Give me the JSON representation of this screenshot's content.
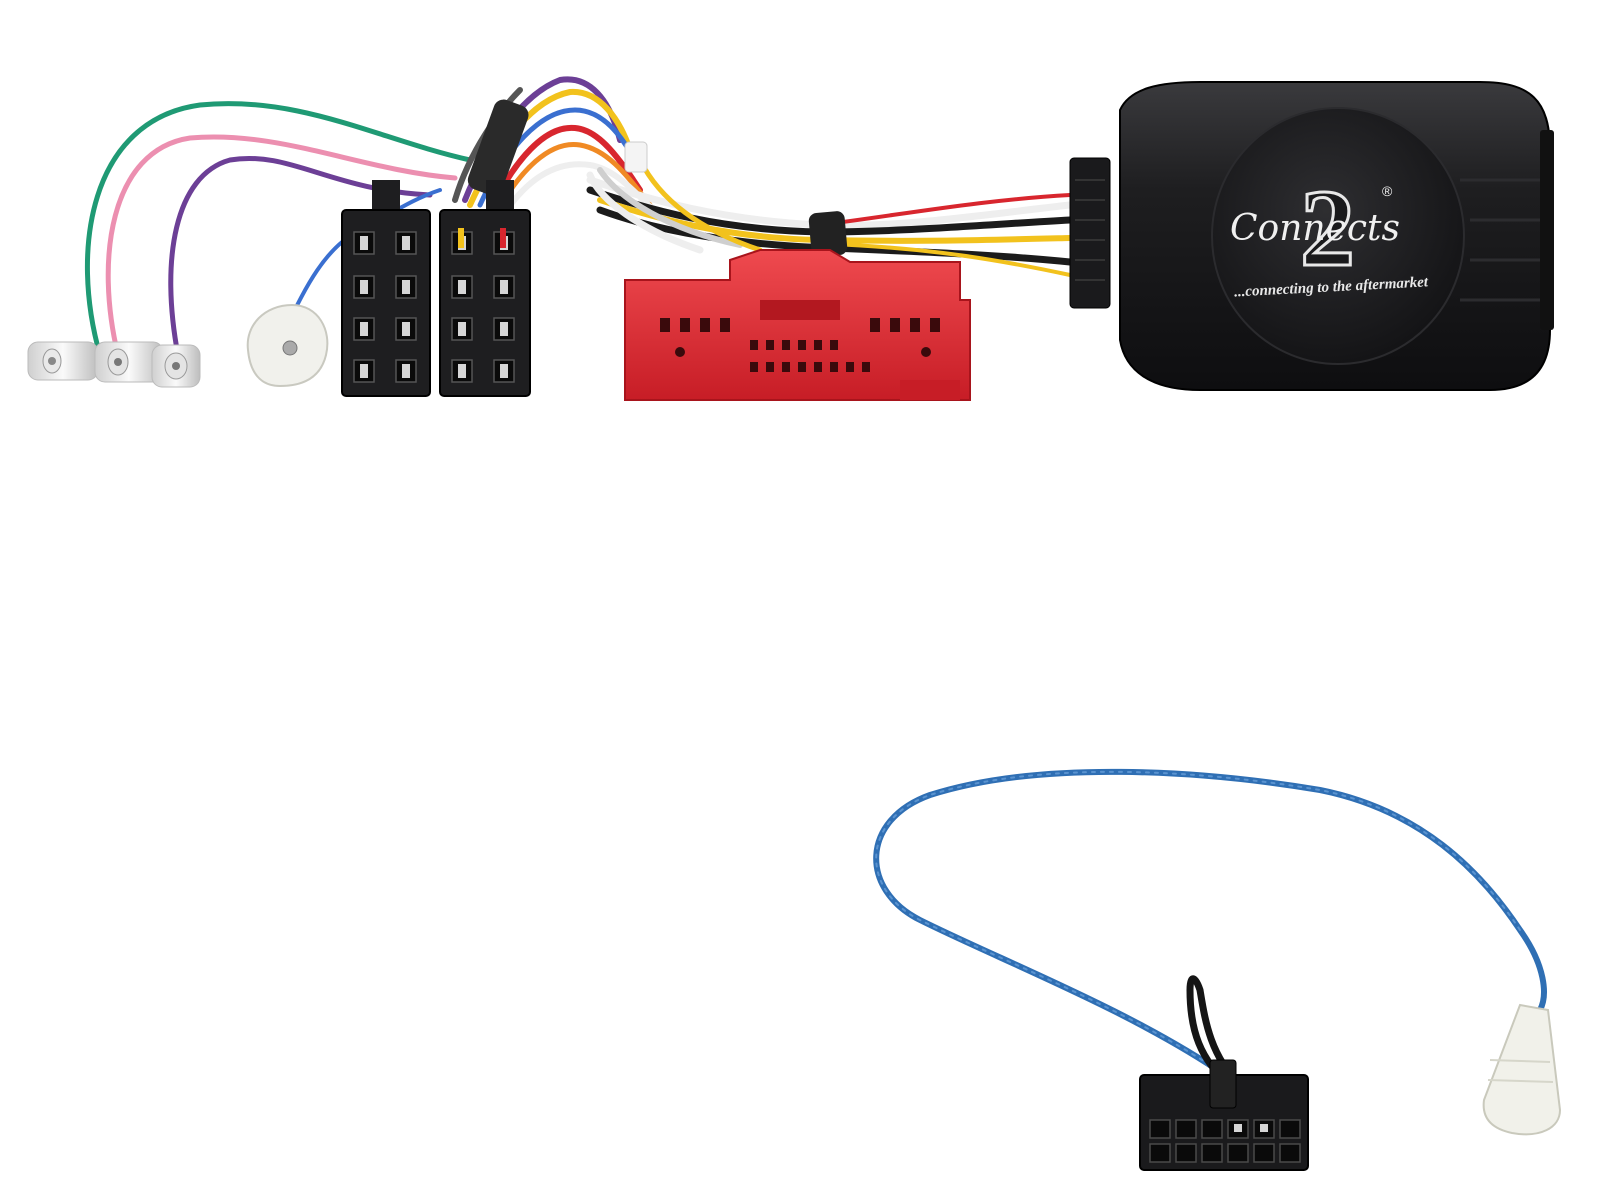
{
  "product": {
    "brand_logo_lettering": "Connects",
    "brand_logo_number": "2",
    "registered_mark": "®",
    "tagline": "...connecting to the aftermarket"
  },
  "colors": {
    "background": "#ffffff",
    "module_body": "#1c1c1e",
    "iso_connector": "#1e1e20",
    "vehicle_connector": "#d8262e",
    "patch_lead": "#2f6fb4",
    "wire_green": "#1f9a74",
    "wire_pink": "#ec8fb0",
    "wire_purple": "#6c3f96",
    "wire_yellow": "#f2c21d",
    "wire_red": "#d8262e",
    "wire_orange": "#f08a24",
    "wire_white": "#eeeeee",
    "wire_black": "#1b1b1b",
    "wire_blue": "#3a6fd0"
  },
  "icons": [
    "iso-connector-icon",
    "vehicle-harness-connector-icon",
    "interface-module-icon",
    "spade-terminal-icon",
    "antenna-plug-icon",
    "multi-pin-plug-icon"
  ]
}
